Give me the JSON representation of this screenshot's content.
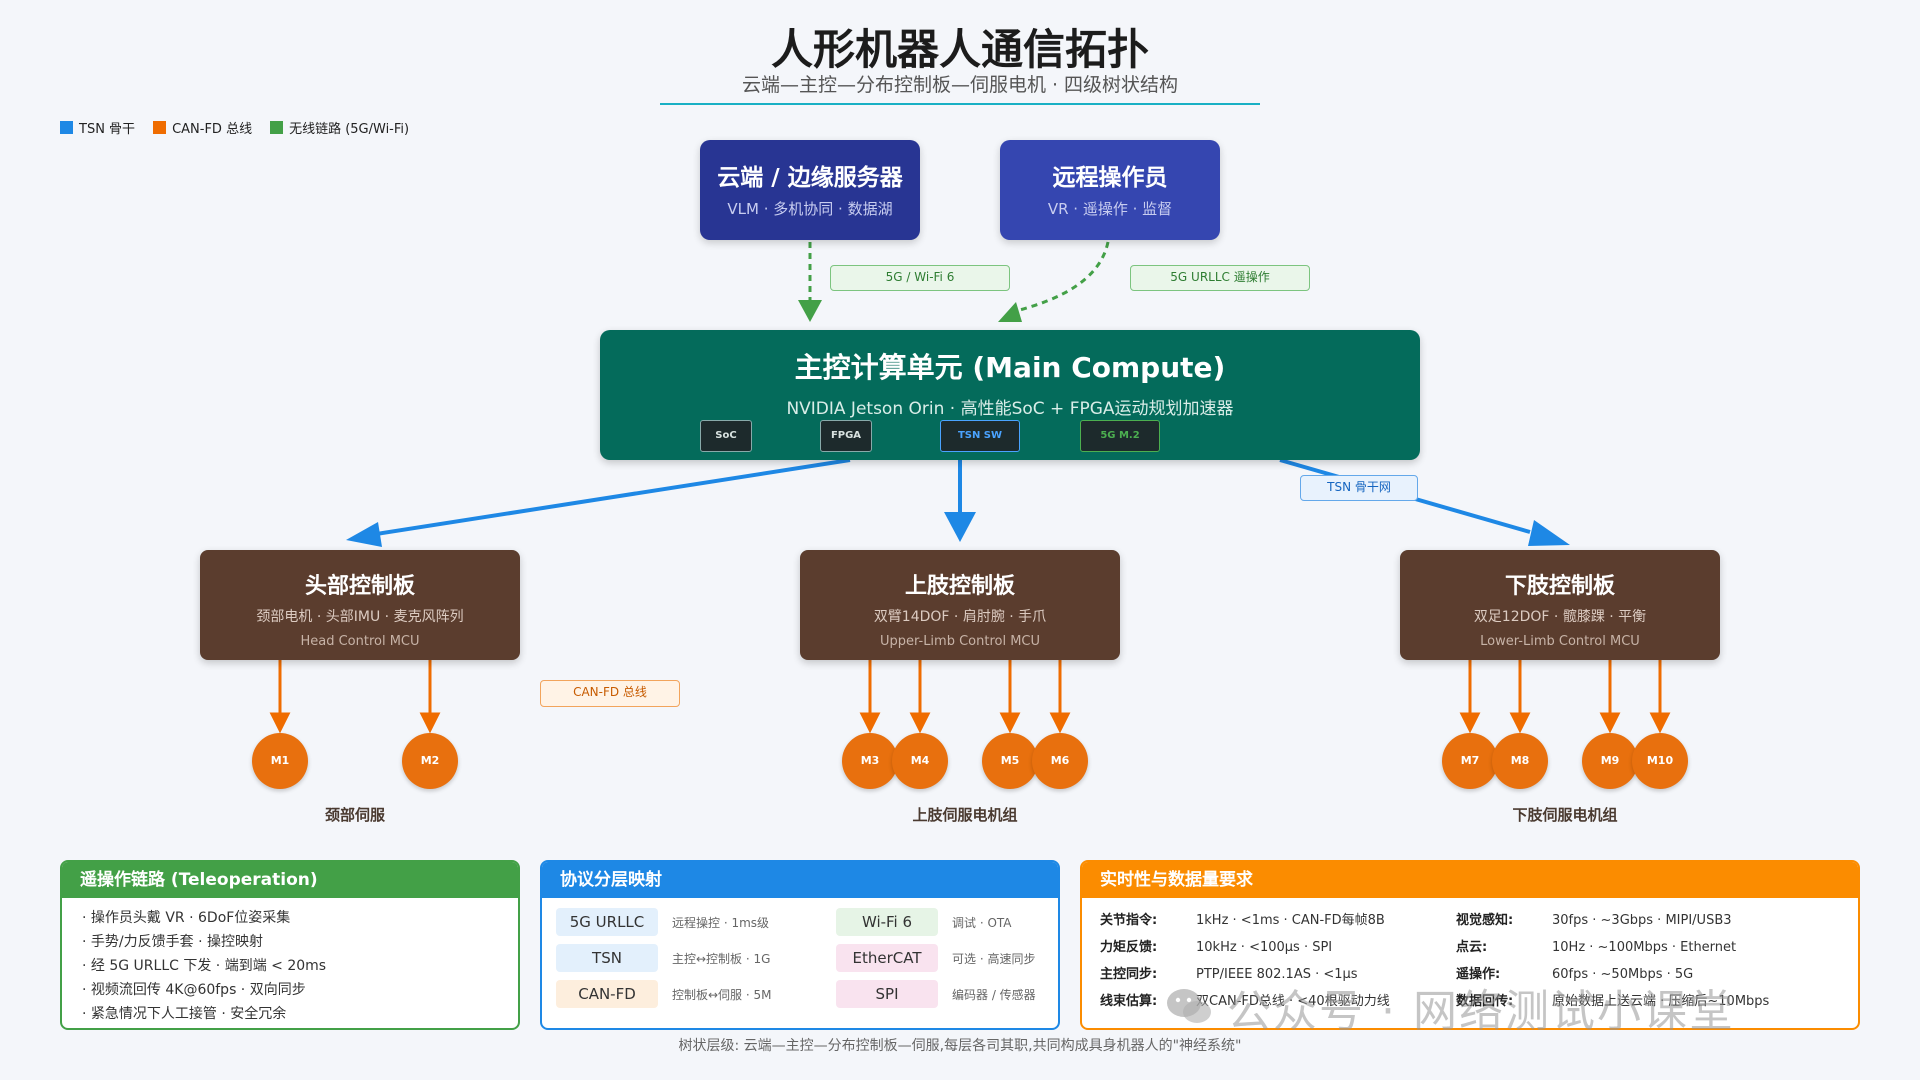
{
  "header": {
    "title": "人形机器人通信拓扑",
    "subtitle": "云端—主控—分布控制板—伺服电机 · 四级树状结构"
  },
  "legend": [
    {
      "label": "TSN 骨干",
      "color": "#1e88e5"
    },
    {
      "label": "CAN-FD 总线",
      "color": "#ef6c00"
    },
    {
      "label": "无线链路 (5G/Wi-Fi)",
      "color": "#43a047"
    }
  ],
  "top_nodes": {
    "cloud": {
      "title": "云端 / 边缘服务器",
      "subtitle": "VLM · 多机协同 · 数据湖",
      "color": "#283593"
    },
    "operator": {
      "title": "远程操作员",
      "subtitle": "VR · 遥操作 · 监督",
      "color": "#3546b0"
    }
  },
  "link_tags": {
    "cloud_link": "5G / Wi-Fi 6",
    "operator_link": "5G URLLC 遥操作",
    "tsn_backbone": "TSN 骨干网",
    "canfd_bus": "CAN-FD 总线"
  },
  "main_compute": {
    "title": "主控计算单元 (Main Compute)",
    "subtitle": "NVIDIA Jetson Orin · 高性能SoC + FPGA运动规划加速器",
    "chips": [
      {
        "label": "SoC",
        "color": "#d8e2e0"
      },
      {
        "label": "FPGA",
        "color": "#d8e2e0"
      },
      {
        "label": "TSN SW",
        "color": "#4aa3ff"
      },
      {
        "label": "5G M.2",
        "color": "#4caf50"
      }
    ]
  },
  "controllers": [
    {
      "title": "头部控制板",
      "desc": "颈部电机 · 头部IMU · 麦克风阵列",
      "en": "Head Control MCU",
      "group_label": "颈部伺服",
      "motors": [
        "M1",
        "M2"
      ]
    },
    {
      "title": "上肢控制板",
      "desc": "双臂14DOF · 肩肘腕 · 手爪",
      "en": "Upper-Limb Control MCU",
      "group_label": "上肢伺服电机组",
      "motors": [
        "M3",
        "M4",
        "M5",
        "M6"
      ]
    },
    {
      "title": "下肢控制板",
      "desc": "双足12DOF · 髋膝踝 · 平衡",
      "en": "Lower-Limb Control MCU",
      "group_label": "下肢伺服电机组",
      "motors": [
        "M7",
        "M8",
        "M9",
        "M10"
      ]
    }
  ],
  "panels": {
    "teleop": {
      "title": "遥操作链路 (Teleoperation)",
      "color": "#43a047",
      "items": [
        "· 操作员头戴 VR · 6DoF位姿采集",
        "· 手势/力反馈手套 · 操控映射",
        "· 经 5G URLLC 下发 · 端到端 < 20ms",
        "· 视频流回传 4K@60fps · 双向同步",
        "· 紧急情况下人工接管 · 安全冗余"
      ]
    },
    "protocol": {
      "title": "协议分层映射",
      "color": "#1e88e5",
      "rows": [
        [
          {
            "chip": "5G URLLC",
            "bg": "#e3f0fc",
            "desc": "远程操控 · 1ms级"
          },
          {
            "chip": "Wi-Fi 6",
            "bg": "#e6f4e6",
            "desc": "调试 · OTA"
          }
        ],
        [
          {
            "chip": "TSN",
            "bg": "#e3f0fc",
            "desc": "主控↔控制板 · 1G"
          },
          {
            "chip": "EtherCAT",
            "bg": "#f9e3ef",
            "desc": "可选 · 高速同步"
          }
        ],
        [
          {
            "chip": "CAN-FD",
            "bg": "#fdeedd",
            "desc": "控制板↔伺服 · 5M"
          },
          {
            "chip": "SPI",
            "bg": "#f9e3ef",
            "desc": "编码器 / 传感器"
          }
        ]
      ]
    },
    "realtime": {
      "title": "实时性与数据量要求",
      "color": "#fb8c00",
      "rows": [
        [
          {
            "k": "关节指令:",
            "v": "1kHz · <1ms · CAN-FD每帧8B"
          },
          {
            "k": "视觉感知:",
            "v": "30fps · ~3Gbps · MIPI/USB3"
          }
        ],
        [
          {
            "k": "力矩反馈:",
            "v": "10kHz · <100μs · SPI"
          },
          {
            "k": "点云:",
            "v": "10Hz · ~100Mbps · Ethernet"
          }
        ],
        [
          {
            "k": "主控同步:",
            "v": "PTP/IEEE 802.1AS · <1μs"
          },
          {
            "k": "遥操作:",
            "v": "60fps · ~50Mbps · 5G"
          }
        ],
        [
          {
            "k": "线束估算:",
            "v": "双CAN-FD总线 · <40根驱动力线"
          },
          {
            "k": "数据回传:",
            "v": "原始数据上送云端 · 压缩后~10Mbps"
          }
        ]
      ]
    }
  },
  "footnote": "树状层级: 云端—主控—分布控制板—伺服,每层各司其职,共同构成具身机器人的\"神经系统\"",
  "watermark": {
    "text": "公众号 · 网络测试小课堂",
    "icon": "wechat-icon"
  }
}
